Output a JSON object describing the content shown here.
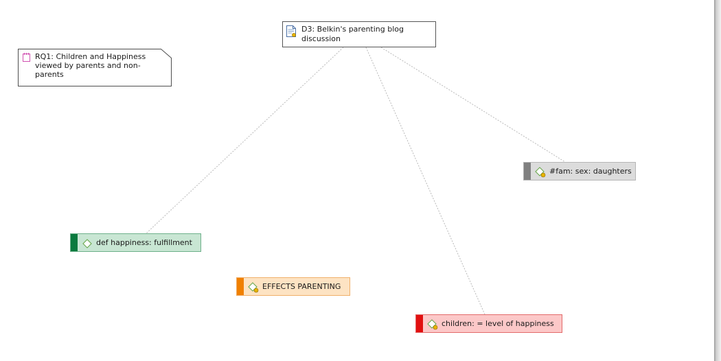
{
  "document_node": {
    "label": "D3: Belkin's parenting blog discussion",
    "icon": "document-icon"
  },
  "memo_node": {
    "label": "RQ1: Children and Happiness viewed by parents and non-parents",
    "icon": "memo-icon",
    "icon_color": "#d04fb0"
  },
  "codes": [
    {
      "label": "#fam: sex: daughters",
      "icon": "code-icon",
      "bar_color": "#808080",
      "fill_color": "#dcdcdc",
      "border_color": "#b5b5b5"
    },
    {
      "label": "def happiness: fulfillment",
      "icon": "code-icon",
      "bar_color": "#0a7a3e",
      "fill_color": "#c8e6d3",
      "border_color": "#6db08a"
    },
    {
      "label": "EFFECTS PARENTING",
      "icon": "code-icon",
      "bar_color": "#f08000",
      "fill_color": "#fde3c3",
      "border_color": "#f0b06a"
    },
    {
      "label": "children: = level of happiness",
      "icon": "code-icon",
      "bar_color": "#e11010",
      "fill_color": "#fcc8c8",
      "border_color": "#e26a6a"
    }
  ],
  "link_color": "#b8b8b8"
}
